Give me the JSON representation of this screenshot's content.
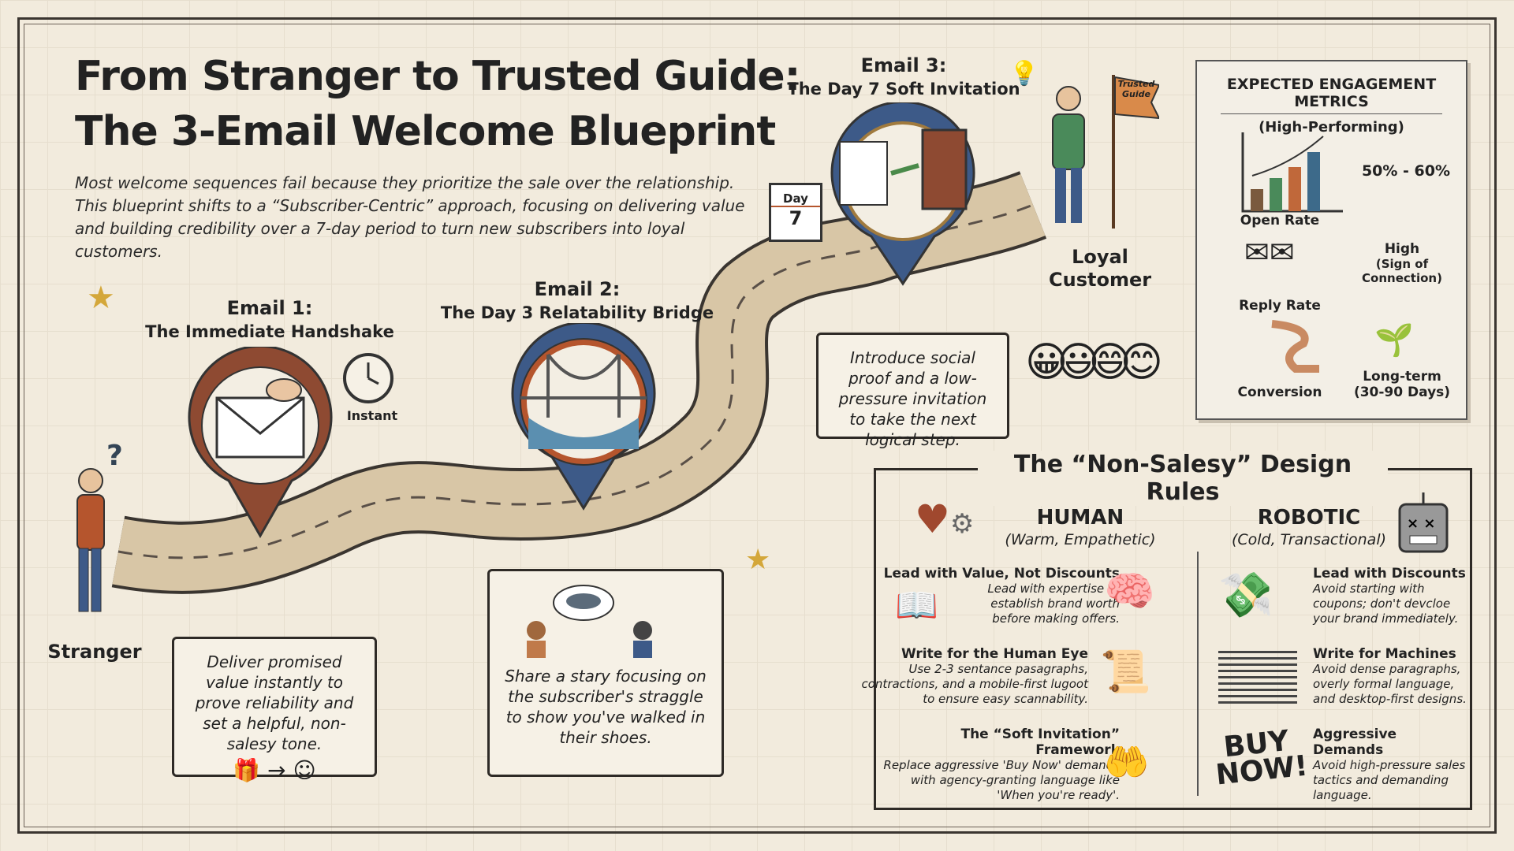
{
  "title": {
    "line1": "From Stranger to Trusted Guide:",
    "line2": "The 3-Email Welcome Blueprint"
  },
  "intro": "Most welcome sequences fail because they prioritize the sale over the relationship. This blueprint shifts to a “Subscriber-Centric” approach, focusing on delivering value and building credibility over a 7-day period to turn new subscribers into loyal customers.",
  "journey": {
    "stranger": "Stranger",
    "email1": {
      "title": "Email 1:",
      "subtitle": "The Immediate Handshake",
      "badge": "Instant",
      "text": "Deliver promised value instantly to prove reliability and set a helpful, non-salesy tone."
    },
    "email2": {
      "title": "Email 2:",
      "subtitle": "The Day 3 Relatability Bridge",
      "text": "Share a stary focusing on the subscriber's straggle to show you've walked in their shoes."
    },
    "email3": {
      "title": "Email 3:",
      "subtitle": "The Day 7 Soft Invitation",
      "calendar_label": "Day",
      "calendar_day": "7",
      "text": "Introduce social proof and a low-pressure invitation to take the next logical step."
    },
    "flag": "Trusted Guide",
    "loyal": "Loyal Customer"
  },
  "metrics": {
    "title": "EXPECTED ENGAGEMENT METRICS",
    "subtitle": "(High-Performing)",
    "items": [
      {
        "label": "Open Rate",
        "value": "50% - 60%"
      },
      {
        "label": "Reply Rate",
        "value": "High",
        "note": "(Sign of Connection)"
      },
      {
        "label": "Conversion",
        "value": "Long-term",
        "note": "(30-90 Days)"
      }
    ]
  },
  "rules": {
    "title": "The “Non-Salesy” Design Rules",
    "human": {
      "heading": "HUMAN",
      "sub": "(Warm, Empathetic)",
      "items": [
        {
          "title": "Lead with Value, Not Discounts",
          "text": "Lead with expertise to establish brand worth before making offers."
        },
        {
          "title": "Write for the Human Eye",
          "text": "Use 2-3 sentance pasagraphs, contractions, and a mobile-first lugoot to ensure easy scannability."
        },
        {
          "title": "The “Soft Invitation” Framework",
          "text": "Replace aggressive 'Buy Now' demands with agency-granting language like 'When you're ready'."
        }
      ]
    },
    "robotic": {
      "heading": "ROBOTIC",
      "sub": "(Cold, Transactional)",
      "items": [
        {
          "title": "Lead with Discounts",
          "text": "Avoid starting with coupons; don't devcloe your brand immediately."
        },
        {
          "title": "Write for Machines",
          "text": "Avoid dense paragraphs, overly formal language, and desktop-first designs."
        },
        {
          "title": "Aggressive Demands",
          "text": "Avoid high-pressure sales tactics and demanding language."
        }
      ]
    },
    "buy_now": "BUY NOW!"
  }
}
